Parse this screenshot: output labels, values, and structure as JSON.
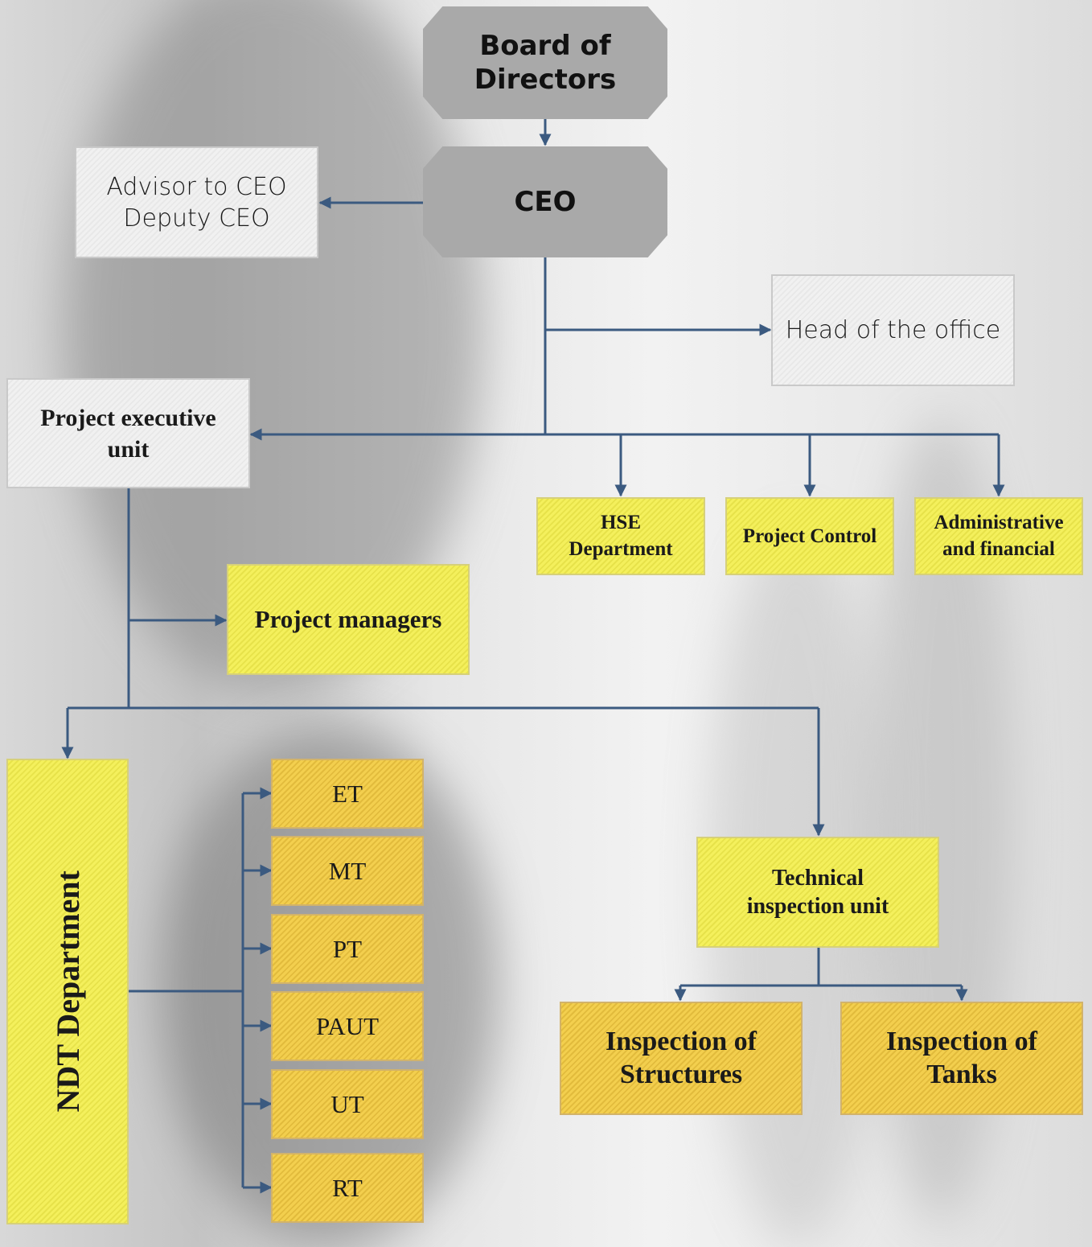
{
  "nodes": {
    "board": "Board of\nDirectors",
    "ceo": "CEO",
    "advisor": "Advisor to CEO\nDeputy CEO",
    "head_office": "Head of the office",
    "project_exec": "Project executive\nunit",
    "hse": "HSE\nDepartment",
    "project_control": "Project Control",
    "admin_fin": "Administrative\nand financial",
    "project_managers": "Project managers",
    "ndt": "NDT Department",
    "ndt_methods": [
      "ET",
      "MT",
      "PT",
      "PAUT",
      "UT",
      "RT"
    ],
    "technical": "Technical\ninspection unit",
    "insp_structures": "Inspection of\nStructures",
    "insp_tanks": "Inspection of\nTanks"
  },
  "colors": {
    "connector": "#3b5a80",
    "grey_box": "#a9a9a9",
    "yellow_box": "#f0ec55",
    "gold_box": "#ecc647"
  }
}
